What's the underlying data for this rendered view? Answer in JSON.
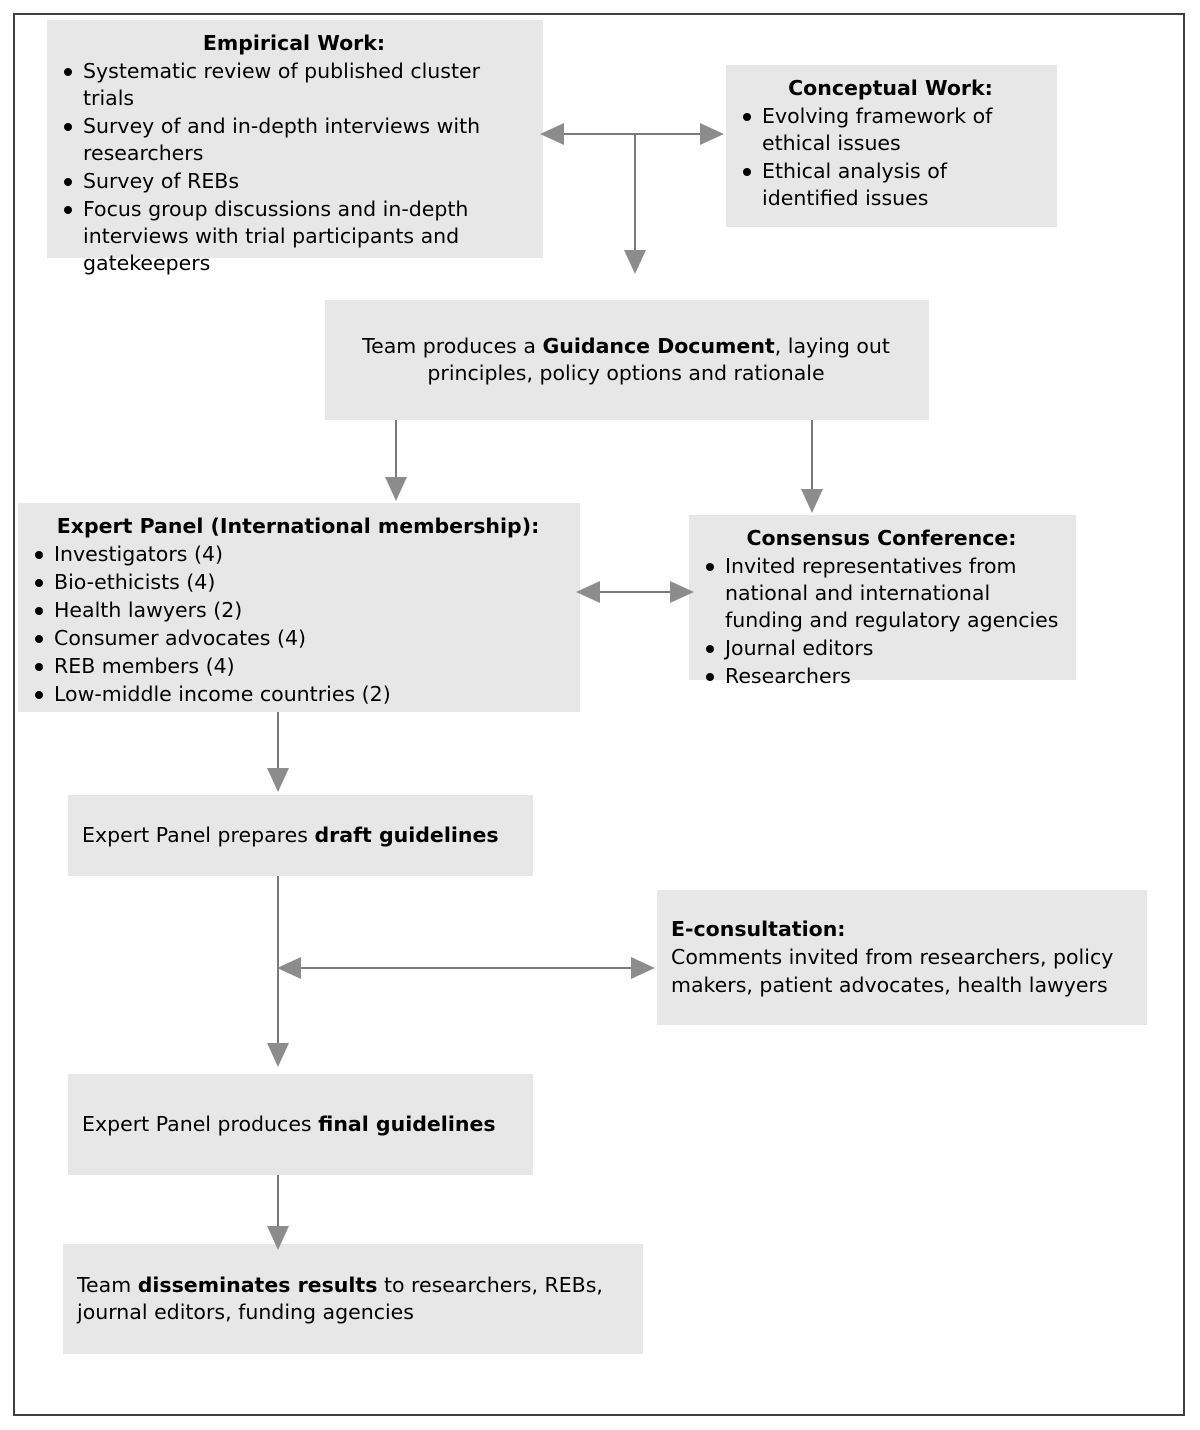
{
  "diagram": {
    "title": "Research program flowchart",
    "colors": {
      "box_fill": "#e7e7e7",
      "frame_border": "#3f3f3f",
      "connector": "#7a7a7a",
      "arrow_head": "#8c8c8c",
      "text": "#000000"
    },
    "nodes": {
      "empirical_work": {
        "title": "Empirical Work:",
        "items": [
          "Systematic review of published cluster trials",
          "Survey of and in-depth interviews with researchers",
          "Survey of REBs",
          "Focus group discussions and in-depth interviews with trial participants and gatekeepers"
        ]
      },
      "conceptual_work": {
        "title": "Conceptual Work:",
        "items": [
          "Evolving framework of ethical issues",
          "Ethical analysis of identified issues"
        ]
      },
      "guidance_document": {
        "text_before": "Team produces a ",
        "emphasis": "Guidance Document",
        "text_after": ", laying out principles, policy options and rationale"
      },
      "expert_panel": {
        "title": "Expert Panel (International membership):",
        "items": [
          "Investigators (4)",
          "Bio-ethicists (4)",
          "Health lawyers (2)",
          "Consumer advocates (4)",
          "REB members (4)",
          "Low-middle income countries (2)"
        ]
      },
      "consensus_conference": {
        "title": "Consensus Conference:",
        "items": [
          "Invited representatives from national and international funding and regulatory agencies",
          "Journal editors",
          "Researchers"
        ]
      },
      "draft_guidelines": {
        "text_before": "Expert Panel prepares ",
        "emphasis": "draft guidelines",
        "text_after": ""
      },
      "e_consultation": {
        "title": "E-consultation:",
        "body": "Comments invited from researchers, policy makers, patient advocates, health lawyers"
      },
      "final_guidelines": {
        "text_before": "Expert Panel produces ",
        "emphasis": "final guidelines",
        "text_after": ""
      },
      "dissemination": {
        "text_before": "Team ",
        "emphasis": "disseminates results",
        "text_after": " to researchers, REBs, journal editors, funding agencies"
      }
    },
    "connectors": [
      {
        "name": "empirical-conceptual-bidirectional",
        "kind": "bidirectional-horizontal"
      },
      {
        "name": "to-guidance-document",
        "kind": "arrow-down"
      },
      {
        "name": "guidance-to-expert-panel",
        "kind": "arrow-down"
      },
      {
        "name": "guidance-to-consensus-conference",
        "kind": "arrow-down"
      },
      {
        "name": "expert-panel-consensus-bidirectional",
        "kind": "bidirectional-horizontal"
      },
      {
        "name": "expert-panel-to-draft-guidelines",
        "kind": "arrow-down"
      },
      {
        "name": "draft-guidelines-econsultation-bidirectional",
        "kind": "bidirectional-horizontal"
      },
      {
        "name": "to-final-guidelines",
        "kind": "arrow-down"
      },
      {
        "name": "final-guidelines-to-dissemination",
        "kind": "arrow-down"
      }
    ]
  }
}
